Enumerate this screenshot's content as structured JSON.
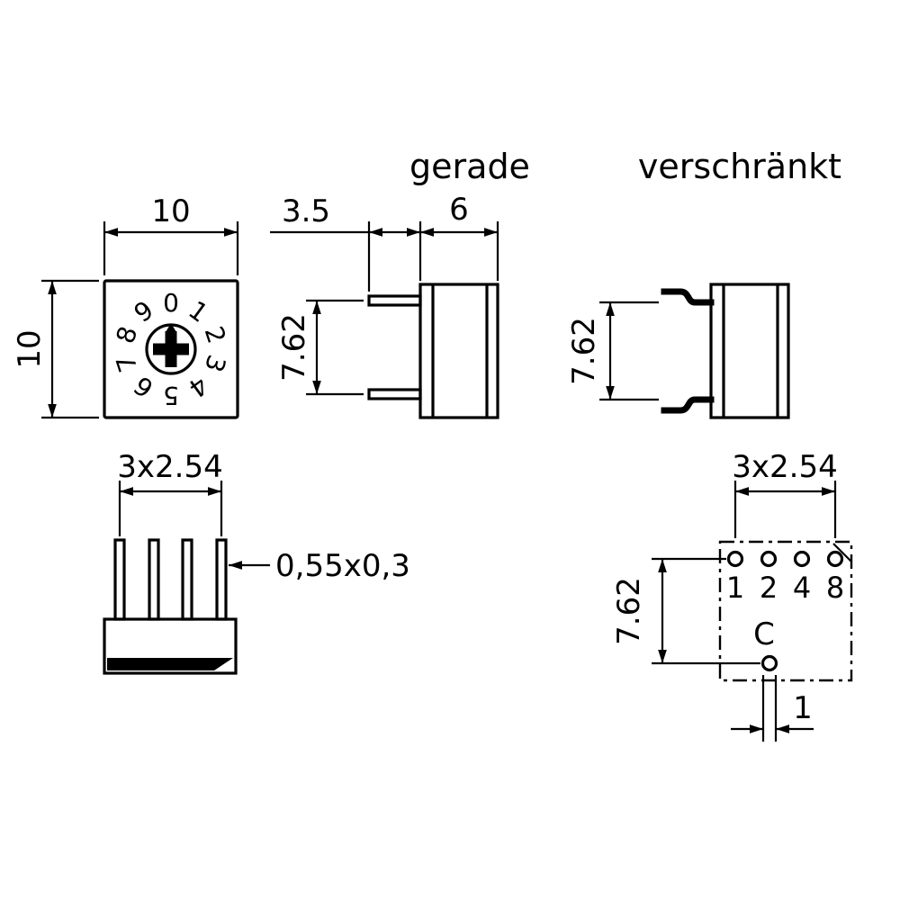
{
  "titles": {
    "straight": "gerade",
    "staggered": "verschränkt"
  },
  "front_view": {
    "dim_width": "10",
    "dim_height": "10",
    "dial_digits": [
      "0",
      "1",
      "2",
      "3",
      "4",
      "5",
      "6",
      "7",
      "8",
      "9"
    ]
  },
  "side_view_straight": {
    "dim_pin_length": "3.5",
    "dim_body_depth": "6",
    "dim_pin_spacing": "7.62"
  },
  "side_view_staggered": {
    "dim_pin_spacing": "7.62"
  },
  "bottom_view": {
    "dim_pin_pitch": "3x2.54",
    "dim_pin_cross_section": "0,55x0,3"
  },
  "pin_layout": {
    "dim_pin_pitch": "3x2.54",
    "dim_row_spacing": "7.62",
    "dim_pin_width": "1",
    "pin_labels": [
      "1",
      "2",
      "4",
      "8"
    ],
    "common_label": "C"
  },
  "colors": {
    "line": "#000000",
    "background": "#ffffff"
  }
}
